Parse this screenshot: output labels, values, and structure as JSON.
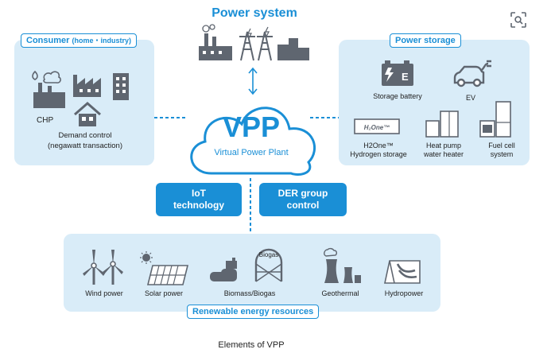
{
  "title": "Power system",
  "caption": "Elements of VPP",
  "consumer": {
    "tag_main": "Consumer",
    "tag_sub": "(home・industry)",
    "chp_label": "CHP",
    "demand_label_1": "Demand control",
    "demand_label_2": "(negawatt transaction)"
  },
  "storage": {
    "tag": "Power storage",
    "battery": "Storage battery",
    "battery_mark": "E",
    "ev": "EV",
    "h2one_mark": "H₂One™",
    "h2one_1": "H2One™",
    "h2one_2": "Hydrogen storage",
    "heatpump_1": "Heat pump",
    "heatpump_2": "water heater",
    "fuelcell_1": "Fuel cell",
    "fuelcell_2": "system"
  },
  "vpp": {
    "big": "VPP",
    "sub": "Virtual Power Plant"
  },
  "iot_1": "IoT",
  "iot_2": "technology",
  "der_1": "DER group",
  "der_2": "control",
  "renewable": {
    "tag": "Renewable energy resources",
    "wind": "Wind power",
    "solar": "Solar power",
    "biomass": "Biomass/Biogas",
    "biogas_mark": "Biogas",
    "geo": "Geothermal",
    "hydro": "Hydropower"
  }
}
